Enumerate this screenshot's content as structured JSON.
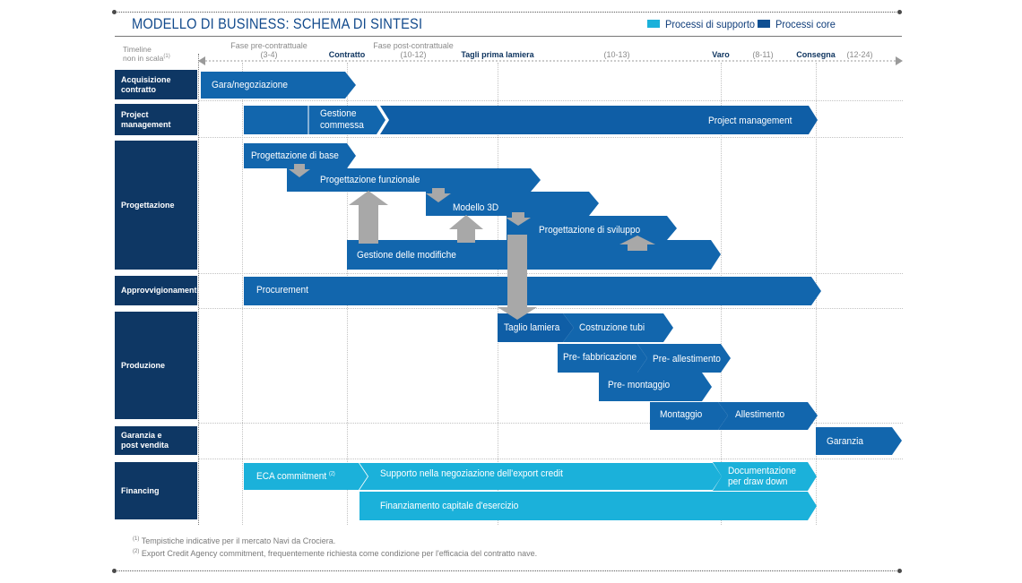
{
  "title": "MODELLO DI BUSINESS: SCHEMA DI SINTESI",
  "legend": [
    {
      "label": "Processi di supporto",
      "color": "#1bb1da"
    },
    {
      "label": "Processi core",
      "color": "#0f4f92"
    }
  ],
  "timeline": {
    "label_line1": "Timeline",
    "label_line2": "non in scala",
    "label_note": "(1)",
    "phases": [
      {
        "line1": "Fase pre-contrattuale",
        "line2": "(3-4)"
      },
      {
        "line1": "Contratto",
        "line2": ""
      },
      {
        "line1": "Fase post-contrattuale",
        "line2": "(10-12)"
      },
      {
        "line1": "Tagli prima lamiera",
        "line2": ""
      },
      {
        "line1": "(10-13)",
        "line2": ""
      },
      {
        "line1": "Varo",
        "line2": ""
      },
      {
        "line1": "(8-11)",
        "line2": ""
      },
      {
        "line1": "Consegna",
        "line2": ""
      },
      {
        "line1": "(12-24)",
        "line2": ""
      }
    ]
  },
  "rows": [
    {
      "line1": "Acquisizione",
      "line2": "contratto"
    },
    {
      "line1": "Project",
      "line2": "management"
    },
    {
      "line1": "Progettazione",
      "line2": ""
    },
    {
      "line1": "Approvvigionamento",
      "line2": ""
    },
    {
      "line1": "Produzione",
      "line2": ""
    },
    {
      "line1": "Garanzia e",
      "line2": "post vendita"
    },
    {
      "line1": "Financing",
      "line2": ""
    }
  ],
  "processes": {
    "gara": "Gara/negoziazione",
    "gestione_commessa_1": "Gestione",
    "gestione_commessa_2": "commessa",
    "project_management": "Project management",
    "progettazione_base": "Progettazione di base",
    "progettazione_funzionale": "Progettazione funzionale",
    "modello_3d": "Modello 3D",
    "progettazione_sviluppo": "Progettazione di sviluppo",
    "gestione_modifiche": "Gestione delle modifiche",
    "procurement": "Procurement",
    "taglio_lamiera": "Taglio lamiera",
    "costruzione_tubi": "Costruzione tubi",
    "pre_fabbricazione": "Pre- fabbricazione",
    "pre_allestimento": "Pre- allestimento",
    "pre_montaggio": "Pre- montaggio",
    "montaggio": "Montaggio",
    "allestimento": "Allestimento",
    "garanzia": "Garanzia",
    "eca": "ECA commitment",
    "eca_note": "(2)",
    "supporto_export": "Supporto nella negoziazione dell'export credit",
    "documentazione_1": "Documentazione",
    "documentazione_2": "per draw down",
    "finanziamento": "Finanziamento capitale d'esercizio"
  },
  "footnotes": [
    {
      "mark": "(1)",
      "text": "Tempistiche indicative per il mercato Navi da Crociera."
    },
    {
      "mark": "(2)",
      "text": "Export Credit Agency commitment, frequentemente richiesta come condizione per l'efficacia del contratto nave."
    }
  ],
  "colors": {
    "core": "#0f4f92",
    "support": "#1bb1da",
    "row_label": "#0e3764",
    "arrow_grey": "#a8a8a8"
  }
}
